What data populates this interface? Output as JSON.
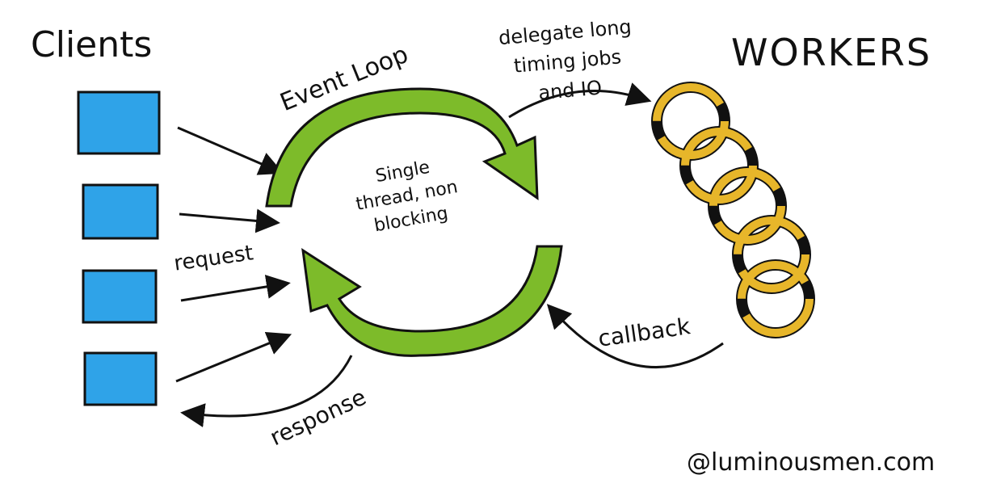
{
  "title_clients": "Clients",
  "title_workers": "WORKERS",
  "event_loop_label": "Event Loop",
  "event_loop_desc": [
    "Single",
    "thread, non",
    "blocking"
  ],
  "delegate_label": [
    "delegate long",
    "timing jobs",
    "and IO"
  ],
  "request_label": "request",
  "response_label": "response",
  "callback_label": "callback",
  "watermark": "@luminousmen.com",
  "colors": {
    "client": "#2fa3e8",
    "loop": "#7dbb2a",
    "worker": "#e7b62a",
    "ink": "#111111"
  }
}
